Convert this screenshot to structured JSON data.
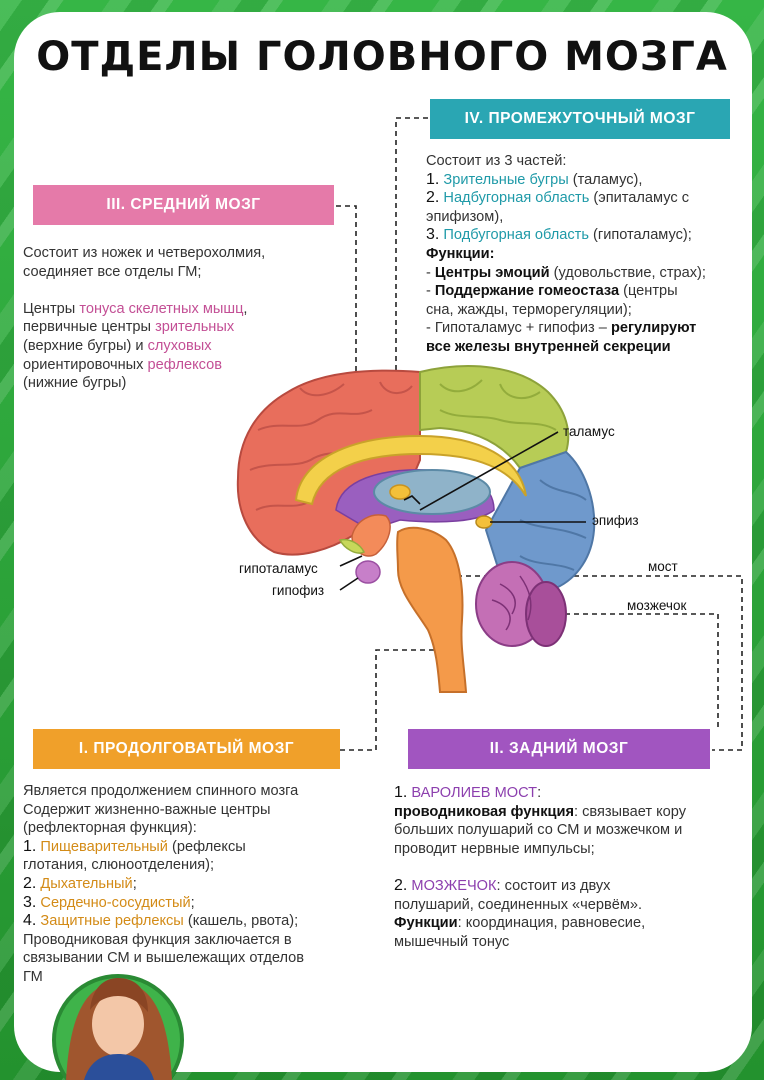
{
  "title": "ОТДЕЛЫ ГОЛОВНОГО МОЗГА",
  "colors": {
    "background": "#2fa83a",
    "midbrain": "#e57aa9",
    "diencephalon": "#2aa6b3",
    "medulla": "#f0a02a",
    "hindbrain": "#a155c0"
  },
  "midbrain": {
    "header": "III. СРЕДНИЙ МОЗГ",
    "l1": "Состоит из ножек и четверохолмия,",
    "l2": "соединяет все отделы ГМ;",
    "c1a": "Центры ",
    "c1b": "тонуса скелетных мышц",
    "c1c": ",",
    "c2a": "первичные центры ",
    "c2b": "зрительных",
    "c3a": "(верхние бугры) и ",
    "c3b": "слуховых",
    "c4a": "ориентировочных ",
    "c4b": "рефлексов",
    "c5": "(нижние бугры)"
  },
  "diencephalon": {
    "header": "IV. ПРОМЕЖУТОЧНЫЙ МОЗГ",
    "intro": "Состоит из 3 частей:",
    "p1n": "1.",
    "p1a": "Зрительные бугры",
    "p1b": " (таламус),",
    "p2n": "2.",
    "p2a": "Надбугорная область",
    "p2b": " (эпиталамус с",
    "p2c": "эпифизом),",
    "p3n": "3.",
    "p3a": "Подбугорная область",
    "p3b": " (гипоталамус);",
    "func": "Функции:",
    "f1a": "- ",
    "f1b": "Центры эмоций",
    "f1c": " (удовольствие, страх);",
    "f2a": "- ",
    "f2b": "Поддержание гомеостаза",
    "f2c": " (центры",
    "f2d": "сна, жажды, терморегуляции);",
    "f3a": "- Гипоталамус + гипофиз – ",
    "f3b": "регулируют",
    "f3c": "все железы внутренней секреции"
  },
  "labels": {
    "thalamus": "таламус",
    "epiphysis": "эпифиз",
    "pons": "мост",
    "cerebellum": "мозжечок",
    "hypothalamus": "гипоталамус",
    "hypophysis": "гипофиз"
  },
  "medulla": {
    "header": "I. ПРОДОЛГОВАТЫЙ МОЗГ",
    "l1": "Является продолжением спинного мозга",
    "l2": "Содержит жизненно-важные центры",
    "l3": "(рефлекторная функция):",
    "i1n": "1.",
    "i1a": "Пищеварительный",
    "i1b": " (рефлексы",
    "i1c": "глотания, слюноотделения);",
    "i2n": "2.",
    "i2a": "Дыхательный",
    "i2b": ";",
    "i3n": "3.",
    "i3a": "Сердечно-сосудистый",
    "i3b": ";",
    "i4n": "4.",
    "i4a": "Защитные рефлексы",
    "i4b": " (кашель, рвота);",
    "l4": "Проводниковая функция заключается в",
    "l5": "связывании СМ и вышележащих отделов",
    "l6": "ГМ"
  },
  "hindbrain": {
    "header": "II. ЗАДНИЙ МОЗГ",
    "p1n": "1.",
    "p1a": "ВАРОЛИЕВ МОСТ",
    "p1b": ":",
    "p1c": "проводниковая функция",
    "p1d": ": связывает кору",
    "p1e": "больших полушарий со СМ и мозжечком и",
    "p1f": "проводит нервные импульсы;",
    "p2n": "2.",
    "p2a": "МОЗЖЕЧОК",
    "p2b": ": состоит из двух",
    "p2c": "полушарий, соединенных «червём».",
    "p2d": "Функции",
    "p2e": ": координация, равновесие,",
    "p2f": "мышечный тонус"
  }
}
